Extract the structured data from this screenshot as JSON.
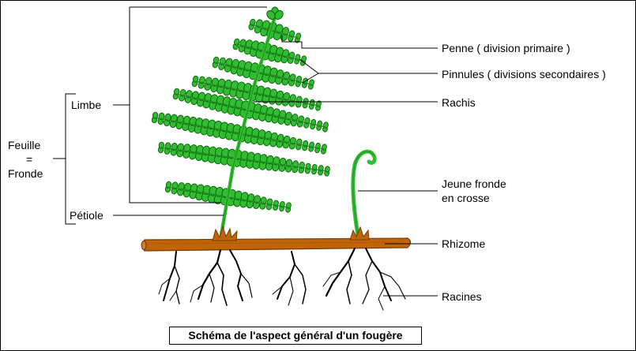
{
  "labels": {
    "feuille": "Feuille",
    "equals": "=",
    "fronde": "Fronde",
    "limbe": "Limbe",
    "petiole": "Pétiole",
    "penne": "Penne ( division primaire )",
    "pinnules": "Pinnules ( divisions secondaires )",
    "rachis": "Rachis",
    "jeune_fronde_line1": "Jeune fronde",
    "jeune_fronde_line2": "en crosse",
    "rhizome": "Rhizome",
    "racines": "Racines"
  },
  "caption": "Schéma de l'aspect général d'un fougère",
  "colors": {
    "frond_green": "#33bb33",
    "frond_dark": "#006600",
    "rhizome_brown": "#c0640a",
    "rhizome_dark": "#7a3800",
    "root": "#000000",
    "line": "#000000"
  }
}
